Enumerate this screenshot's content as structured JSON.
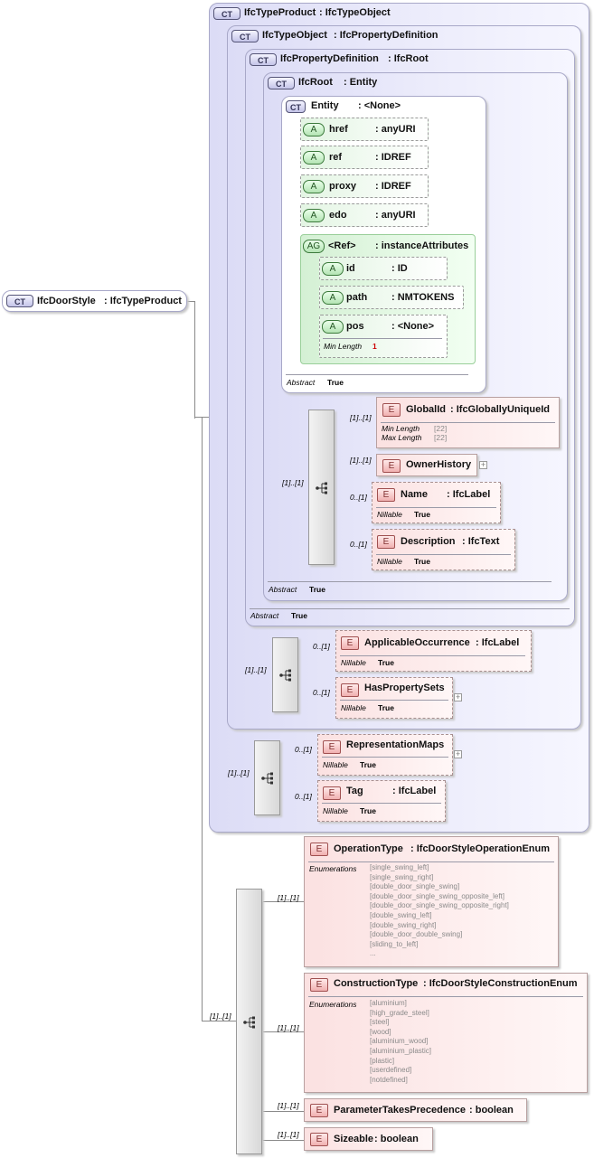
{
  "root": {
    "badge": "CT",
    "name": "IfcDoorStyle",
    "type": ": IfcTypeProduct"
  },
  "types": {
    "typeproduct": {
      "badge": "CT",
      "name": "IfcTypeProduct",
      "type": ": IfcTypeObject"
    },
    "typeobject": {
      "badge": "CT",
      "name": "IfcTypeObject",
      "type": ": IfcPropertyDefinition"
    },
    "propdef": {
      "badge": "CT",
      "name": "IfcPropertyDefinition",
      "type": ": IfcRoot"
    },
    "ifcroot": {
      "badge": "CT",
      "name": "IfcRoot",
      "type": ": Entity"
    },
    "entity": {
      "badge": "CT",
      "name": "Entity",
      "type": ": <None>"
    }
  },
  "entity_attrs": [
    {
      "badge": "A",
      "name": "href",
      "type": ": anyURI"
    },
    {
      "badge": "A",
      "name": "ref",
      "type": ": IDREF"
    },
    {
      "badge": "A",
      "name": "proxy",
      "type": ": IDREF"
    },
    {
      "badge": "A",
      "name": "edo",
      "type": ": anyURI"
    }
  ],
  "attr_group": {
    "badge": "AG",
    "name": "<Ref>",
    "type": ": instanceAttributes",
    "attrs": [
      {
        "badge": "A",
        "name": "id",
        "type": ": ID"
      },
      {
        "badge": "A",
        "name": "path",
        "type": ": NMTOKENS"
      },
      {
        "badge": "A",
        "name": "pos",
        "type": ": <None>"
      }
    ],
    "min_length_label": "Min Length",
    "min_length_value": "1"
  },
  "labels": {
    "abstract": "Abstract",
    "true": "True",
    "nillable": "Nillable",
    "min_length": "Min Length",
    "max_length": "Max Length",
    "enumerations": "Enumerations"
  },
  "cardinality": {
    "one": "[1]..[1]",
    "zero": "0..[1]"
  },
  "root_elements": {
    "globalid": {
      "badge": "E",
      "name": "GlobalId",
      "type": ": IfcGloballyUniqueId",
      "min": "[22]",
      "max": "[22]"
    },
    "ownerhistory": {
      "badge": "E",
      "name": "OwnerHistory"
    },
    "name": {
      "badge": "E",
      "name": "Name",
      "type": ": IfcLabel"
    },
    "description": {
      "badge": "E",
      "name": "Description",
      "type": ": IfcText"
    }
  },
  "typeobject_elements": {
    "applicable": {
      "badge": "E",
      "name": "ApplicableOccurrence",
      "type": ": IfcLabel"
    },
    "haspropertysets": {
      "badge": "E",
      "name": "HasPropertySets"
    }
  },
  "typeproduct_elements": {
    "representationmaps": {
      "badge": "E",
      "name": "RepresentationMaps"
    },
    "tag": {
      "badge": "E",
      "name": "Tag",
      "type": ": IfcLabel"
    }
  },
  "doorstyle_elements": {
    "operationtype": {
      "badge": "E",
      "name": "OperationType",
      "type": ": IfcDoorStyleOperationEnum",
      "enums": [
        "[single_swing_left]",
        "[single_swing_right]",
        "[double_door_single_swing]",
        "[double_door_single_swing_opposite_left]",
        "[double_door_single_swing_opposite_right]",
        "[double_swing_left]",
        "[double_swing_right]",
        "[double_door_double_swing]",
        "[sliding_to_left]",
        "..."
      ]
    },
    "constructiontype": {
      "badge": "E",
      "name": "ConstructionType",
      "type": ": IfcDoorStyleConstructionEnum",
      "enums": [
        "[aluminium]",
        "[high_grade_steel]",
        "[steel]",
        "[wood]",
        "[aluminium_wood]",
        "[aluminium_plastic]",
        "[plastic]",
        "[userdefined]",
        "[notdefined]"
      ]
    },
    "parametertakesprecedence": {
      "badge": "E",
      "name": "ParameterTakesPrecedence",
      "type": ": boolean"
    },
    "sizeable": {
      "badge": "E",
      "name": "Sizeable",
      "type": ": boolean"
    }
  },
  "icons": {
    "sequence": "sequence-icon",
    "expand": "expand-plus-icon"
  }
}
